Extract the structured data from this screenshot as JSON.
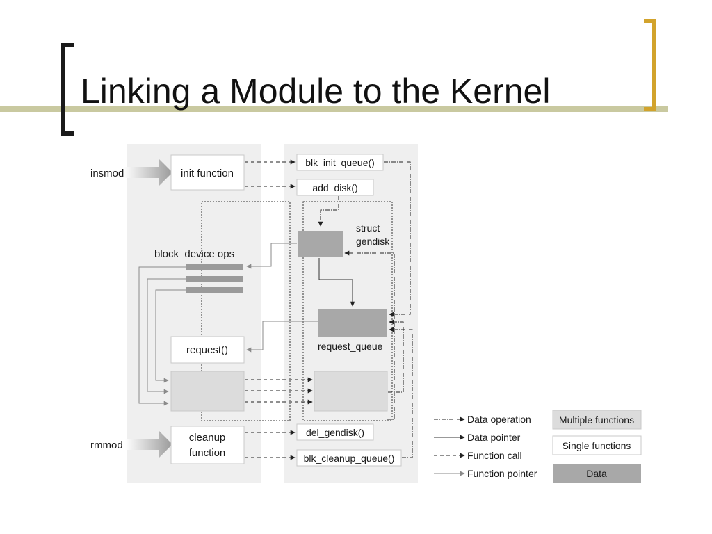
{
  "slide": {
    "title": "Linking a Module to the Kernel",
    "accent_color": "#d2a32c"
  },
  "diagram": {
    "inputs": {
      "insmod": "insmod",
      "rmmod": "rmmod"
    },
    "module": {
      "init_function": "init function",
      "block_device_ops": "block_device ops",
      "request": "request()",
      "cleanup_line1": "cleanup",
      "cleanup_line2": "function"
    },
    "kernel": {
      "blk_init_queue": "blk_init_queue()",
      "add_disk": "add_disk()",
      "struct_line1": "struct",
      "struct_line2": "gendisk",
      "request_queue": "request_queue",
      "del_gendisk": "del_gendisk()",
      "blk_cleanup_queue": "blk_cleanup_queue()"
    },
    "legend": {
      "data_operation": "Data operation",
      "data_pointer": "Data pointer",
      "function_call": "Function call",
      "function_pointer": "Function pointer",
      "multiple_functions": "Multiple functions",
      "single_functions": "Single functions",
      "data": "Data"
    }
  }
}
